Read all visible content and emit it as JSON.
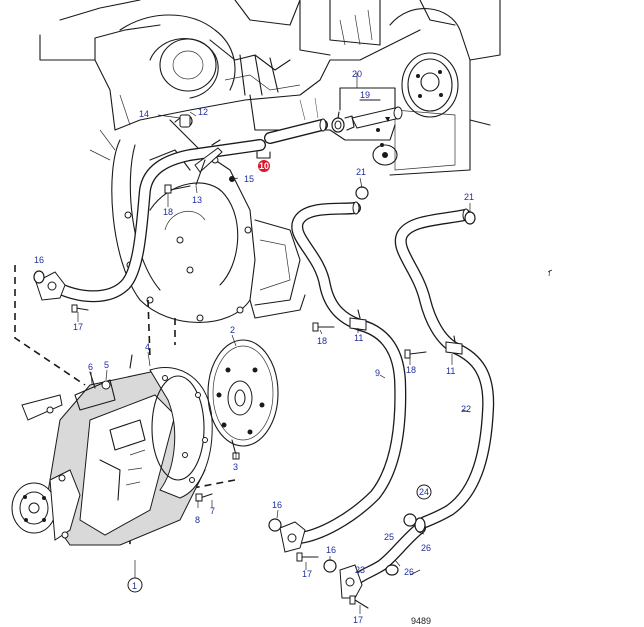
{
  "diagram_id": "9489",
  "callouts": {
    "c1": "1",
    "c2": "2",
    "c3": "3",
    "c4": "4",
    "c5": "5",
    "c6": "6",
    "c7": "7",
    "c8": "8",
    "c9": "9",
    "c10": "10",
    "c11a": "11",
    "c11b": "11",
    "c12": "12",
    "c13": "13",
    "c14": "14",
    "c15": "15",
    "c16a": "16",
    "c16b": "16",
    "c16c": "16",
    "c17a": "17",
    "c17b": "17",
    "c17c": "17",
    "c18a": "18",
    "c18b": "18",
    "c18c": "18",
    "c19": "19",
    "c20": "20",
    "c21a": "21",
    "c21b": "21",
    "c22": "22",
    "c23": "23",
    "c24": "24",
    "c25": "25",
    "c26a": "26",
    "c26b": "26"
  },
  "colors": {
    "highlight": "#e0152b",
    "callout_text": "#1f2d9c",
    "ink": "#1a1a1a"
  }
}
